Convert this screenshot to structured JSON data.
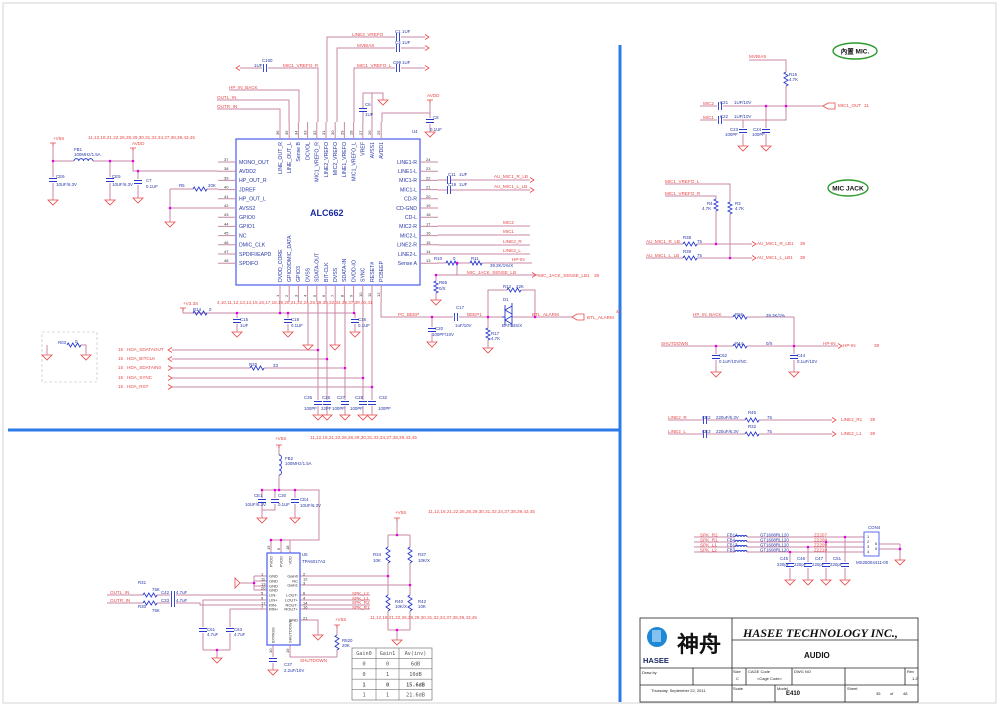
{
  "colors": {
    "wire": "#c88aa6",
    "net_label": "#e84848",
    "component": "#2838a8",
    "divider": "#2b7be8",
    "junction": "#e000e0",
    "highlight": "#22cc22"
  },
  "codec": {
    "ref": "U4",
    "name": "ALC662",
    "left_pins": [
      {
        "num": "37",
        "name": "MONO_OUT"
      },
      {
        "num": "38",
        "name": "AVDD2"
      },
      {
        "num": "39",
        "name": "HP_OUT_R"
      },
      {
        "num": "40",
        "name": "JDREF"
      },
      {
        "num": "41",
        "name": "HP_OUT_L"
      },
      {
        "num": "42",
        "name": "AVSS2"
      },
      {
        "num": "43",
        "name": "GPIO0"
      },
      {
        "num": "44",
        "name": "GPIO1"
      },
      {
        "num": "45",
        "name": "NC"
      },
      {
        "num": "46",
        "name": "DMIC_CLK"
      },
      {
        "num": "47",
        "name": "SPDIFI/EAPD"
      },
      {
        "num": "48",
        "name": "SPDIFO"
      }
    ],
    "right_pins": [
      {
        "num": "24",
        "name": "LINE1-R"
      },
      {
        "num": "23",
        "name": "LINE1-L"
      },
      {
        "num": "22",
        "name": "MIC1-R"
      },
      {
        "num": "21",
        "name": "MIC1-L"
      },
      {
        "num": "20",
        "name": "CD-R"
      },
      {
        "num": "19",
        "name": "CD-GND"
      },
      {
        "num": "18",
        "name": "CD-L"
      },
      {
        "num": "17",
        "name": "MIC2-R"
      },
      {
        "num": "16",
        "name": "MIC2-L"
      },
      {
        "num": "15",
        "name": "LINE2-R"
      },
      {
        "num": "14",
        "name": "LINE2-L"
      },
      {
        "num": "13",
        "name": "Sense A"
      }
    ],
    "top_pins": [
      {
        "num": "36",
        "name": "LINE_OUT_R"
      },
      {
        "num": "35",
        "name": "LINE_OUT_L"
      },
      {
        "num": "34",
        "name": "Sense B"
      },
      {
        "num": "33",
        "name": "DCVOL"
      },
      {
        "num": "32",
        "name": "MIC1_VREFO_R"
      },
      {
        "num": "31",
        "name": "LINE2_VREFO"
      },
      {
        "num": "30",
        "name": "MIC2_VREFO"
      },
      {
        "num": "29",
        "name": "LINE1_VREFO"
      },
      {
        "num": "28",
        "name": "MIC1_VREFO_L"
      },
      {
        "num": "27",
        "name": "VREF"
      },
      {
        "num": "26",
        "name": "AVSS1"
      },
      {
        "num": "25",
        "name": "AVDD1"
      }
    ],
    "bottom_pins": [
      {
        "num": "1",
        "name": "DVDD_CORE"
      },
      {
        "num": "2",
        "name": "GPIO2/DMIC_DATA"
      },
      {
        "num": "3",
        "name": "GPIO3"
      },
      {
        "num": "4",
        "name": "DVSS"
      },
      {
        "num": "5",
        "name": "SDATA-OUT"
      },
      {
        "num": "6",
        "name": "BIT-CLK"
      },
      {
        "num": "7",
        "name": "DVSS"
      },
      {
        "num": "8",
        "name": "SDATA-IN"
      },
      {
        "num": "9",
        "name": "DVDD-IO"
      },
      {
        "num": "10",
        "name": "SYNC"
      },
      {
        "num": "11",
        "name": "RESET#"
      },
      {
        "num": "12",
        "name": "PCBEEP"
      }
    ]
  },
  "amp": {
    "ref": "U5",
    "name": "TPA6017A2",
    "left_pins": [
      {
        "num": "1",
        "name": "GND"
      },
      {
        "num": "11",
        "name": "GND"
      },
      {
        "num": "13",
        "name": "GND"
      },
      {
        "num": "20",
        "name": "GND"
      },
      {
        "num": "5",
        "name": "LIN-"
      },
      {
        "num": "9",
        "name": "LIN+"
      },
      {
        "num": "17",
        "name": "RIN-"
      },
      {
        "num": "7",
        "name": "RIN+"
      }
    ],
    "right_pins": [
      {
        "num": "2",
        "name": "Gain0"
      },
      {
        "num": "12",
        "name": "NC"
      },
      {
        "num": "3",
        "name": "Gain1"
      },
      {
        "num": "6",
        "name": "LOUT-"
      },
      {
        "num": "4",
        "name": "LOUT+"
      },
      {
        "num": "14",
        "name": "ROUT-"
      },
      {
        "num": "16",
        "name": "ROUT+"
      },
      {
        "num": "21",
        "name": "GND"
      }
    ],
    "top_pins": [
      {
        "num": "15",
        "name": "PVDD"
      },
      {
        "num": "6",
        "name": "PVDD"
      },
      {
        "num": "18",
        "name": "VDD"
      }
    ],
    "bottom_pins": [
      {
        "num": "10",
        "name": "BYPASS"
      },
      {
        "num": "19",
        "name": "SHUTDOWN"
      }
    ]
  },
  "top": {
    "line2_vrefo": "LINE2_VREFO",
    "c1": "C1",
    "c1_val": "1UF",
    "mvbias": "MVBIAS",
    "c3": "C3",
    "c3_val": "1UF",
    "mic1_vrefo_l": "MIC1_VREFO_L",
    "c99": "C99",
    "c99_val": "1UF",
    "c100": "C100",
    "c100_val": "1UF",
    "mic1_vrefo_r": "MIC1_VREFO_R",
    "hp_in_back": "HP_IN_BACK",
    "outl_in": "OUTL_IN",
    "outr_in": "OUTR_IN",
    "c6": "C6",
    "c6_val": "1UF",
    "avdd": "AVDD",
    "c8": "C8",
    "c8_val": "0.1UF"
  },
  "left": {
    "v5s": "+V5S",
    "page_refs": "11,12,18,21,22,26,28,29,30,31,32,34,37,38,39,43,45",
    "avdd": "AVDD",
    "fb1": "FB1",
    "fb1_val": "100MHz/1.5A",
    "ce6": "CE6",
    "ce6_val": "10UF/6.3V",
    "ce5": "CE5",
    "ce5_val": "10UF/6.3V",
    "c7": "C7",
    "c7_val": "0.1UF",
    "r5": "R5",
    "r5_val": "20K",
    "v33s": "+V3.3S",
    "r14": "R14",
    "r14_val": "0",
    "page_refs2": "4,10,11,12,13,14,15,16,17,18,19,20,21,22,24,25,28,30,32,34,36,37,39,40,41",
    "c15": "C15",
    "c15_val": "1UF",
    "c18": "C18",
    "c18_val": "0.1UF",
    "c16": "C16",
    "c16_val": "0.1UF",
    "r03": "R03",
    "r03_val": "0",
    "r20": "R20",
    "r20_val": "33",
    "c35": "C35",
    "c35_val": "100PF",
    "c26": "C26",
    "c26_val": "22PF",
    "c27": "C27",
    "c27_val": "100PF",
    "c28": "C28",
    "c28_val": "100PF",
    "c32": "C32",
    "c32_val": "100PF"
  },
  "hda": [
    {
      "page": "15",
      "net": "HDA_SDATAOUT"
    },
    {
      "page": "15",
      "net": "HDA_BITCLK"
    },
    {
      "page": "15",
      "net": "HDA_SDATAIN0"
    },
    {
      "page": "15",
      "net": "HDA_SYNC"
    },
    {
      "page": "15",
      "net": "HDA_RST"
    }
  ],
  "mid": {
    "c11": "C11",
    "c11_val": "1UF",
    "au_mic1_r_lb": "AU_MIC1_R_LB",
    "c19": "C19",
    "c19_val": "1UF",
    "au_mic1_l_lb": "AU_MIC1_L_LB",
    "mic2": "MIC2",
    "mic1": "MIC1",
    "line2_r": "LINE2_R",
    "line2_l": "LINE2_L",
    "r10": "R10",
    "r10_val": "0",
    "r11": "R11",
    "r11_val": "39.2K/1%/X",
    "hp_in": "HP-IN",
    "mic_jack_sense_lb": "MIC_JACK_SENSE_LB",
    "mic_jack_sense_lb1": "MIC_JACK_SENSE_LB1",
    "mic_jack_page": "39",
    "r65": "R65",
    "r65_val": "0/X",
    "r12": "R12",
    "r12_val": "22K",
    "d1": "D1",
    "d1_val": "BAT54S/X",
    "pc_beep": "PC_BEEP",
    "c17": "C17",
    "c17_val": "1uF/10V",
    "beep1": "BEEP1",
    "btl_alarm": "BTL_ALARM",
    "btl_alarm_port": "BTL_ALARM",
    "btl_page": "41",
    "c20": "C20",
    "c20_val": "100PF/10V",
    "r17": "R17",
    "r17_val": "4.7K"
  },
  "int_mic": {
    "title": "內置 MIC.",
    "mvbias": "MVBIAS",
    "r15": "R15",
    "r15_val": "4.7K",
    "mic2": "MIC2",
    "c21": "C21",
    "c21_val": "1UF/10V",
    "mic1": "MIC1",
    "c22": "C22",
    "c22_val": "1UF/10V",
    "mic1_out": "MIC1_OUT",
    "mic1_out_page": "11",
    "c23": "C23",
    "c23_val": "100PF",
    "c24": "C24",
    "c24_val": "100PF"
  },
  "mic_jack": {
    "title": "MIC JACK",
    "vrefo_l": "MIC1_VREFO_L",
    "vrefo_r": "MIC1_VREFO_R",
    "r4": "R4",
    "r4_val": "4.7K",
    "r3": "R3",
    "r3_val": "4.7K",
    "r38": "R38",
    "r38_val": "75",
    "in_r": "AU_MIC1_R_LB",
    "out_r": "AU_MIC1_R_LB1",
    "page_r": "39",
    "r39": "R39",
    "r39_val": "75",
    "in_l": "AU_MIC1_L_LB",
    "out_l": "AU_MIC1_L_LB1",
    "page_l": "39"
  },
  "hp": {
    "hp_in_back": "HP_IN_BACK",
    "r36": "R36",
    "r36_val": "39.2K/1%",
    "shutdown": "SHUTDOWN",
    "r44": "R44",
    "r44_val": "0/X",
    "hp_in_net": "HP-IN",
    "hp_in_port": "HP-IN",
    "page": "39",
    "c62": "C62",
    "c62_val": "0.1uF/10V/NC",
    "c44": "C44",
    "c44_val": "0.1uF/10V"
  },
  "line2": {
    "in_r": "LINE2_R",
    "ce2": "CE2",
    "ce2_val": "220uF/6.3V",
    "r45": "R45",
    "r45_val": "75",
    "out_r": "LINE2_R1",
    "page_r": "39",
    "in_l": "LINE2_L",
    "ce3": "CE3",
    "ce3_val": "220uF/6.3V",
    "r32": "R32",
    "r32_val": "75",
    "out_l": "LINE2_L1",
    "page_l": "39"
  },
  "speaker": {
    "nets": [
      {
        "spk": "SPK_R2",
        "fb": "FB14",
        "bead": "GT1608RL120",
        "net": "Z2207"
      },
      {
        "spk": "SPK_R1",
        "fb": "FB4",
        "bead": "GT1608RL120",
        "net": "Z2208"
      },
      {
        "spk": "SPK_L1",
        "fb": "FB13",
        "bead": "GT1608RL120",
        "net": "Z2209"
      },
      {
        "spk": "SPK_L2",
        "fb": "FB3",
        "bead": "GT1608RL120",
        "net": "Z2210"
      }
    ],
    "caps": [
      {
        "ref": "C45",
        "val": "220pF"
      },
      {
        "ref": "C46",
        "val": "220pF"
      },
      {
        "ref": "C47",
        "val": "220pF"
      },
      {
        "ref": "C51",
        "val": "220pF"
      }
    ],
    "con": "CON4",
    "con_part": "MS25004411-00",
    "con_pins": [
      "1",
      "2",
      "3",
      "4",
      "6",
      "5"
    ]
  },
  "amp_area": {
    "v5s": "+V5S",
    "page_refs": "11,12,18,21,22,26,28,29,30,31,32,34,37,38,39,43,45",
    "fb2": "FB2",
    "fb2_val": "100MHz/1.5A",
    "ce1": "CE1",
    "ce1_val": "10UF/6.3V",
    "c30": "C30",
    "c30_val": "0.1UF",
    "ce4": "CE4",
    "ce4_val": "10UF/6.3V",
    "r31": "R31",
    "r31_val": "75K",
    "outl_in": "OUTL_IN",
    "c42": "C42",
    "c42_val": "4.7uF",
    "outr_in": "OUTR_IN",
    "c33": "C33",
    "c33_val": "4.7uF",
    "r30": "R30",
    "r30_val": "75K",
    "c61": "C61",
    "c61_val": "4.7uF",
    "c63": "C63",
    "c63_val": "4.7uF",
    "spk_l2": "SPK_L2",
    "spk_l1": "SPK_L1",
    "spk_r2": "SPK_R2",
    "spk_r1": "SPK_R1",
    "v5s_2": "+V5S",
    "page_refs_2": "11,12,18,21,22,26,28,29,30,31,32,34,37,38,39,43,45",
    "r34": "R34",
    "r34_val": "10K",
    "r37": "R37",
    "r37_val": "10K/X",
    "r40": "R40",
    "r40_val": "10K/X",
    "r42": "R42",
    "r42_val": "10K",
    "page_refs_3": "11,12,18,21,22,26,28,29,30,31,32,34,37,38,39,43,45",
    "v5s_3": "+V5S",
    "r520": "R520",
    "r520_val": "20K",
    "shutdown": "SHUTDOWN",
    "c37": "C37",
    "c37_val": "2.2uF/10V"
  },
  "gain_table": {
    "headers": [
      "Gain0",
      "Gain1",
      "Av(inv)"
    ],
    "rows": [
      [
        "0",
        "0",
        "6dB"
      ],
      [
        "0",
        "1",
        "10dB"
      ],
      [
        "1",
        "0",
        "15.6dB"
      ],
      [
        "1",
        "1",
        "21.6dB"
      ]
    ],
    "highlighted_row": 2
  },
  "title_block": {
    "logo_text": "HASEE",
    "brand_cn": "神舟",
    "company": "HASEE TECHNOLOGY INC.,",
    "title": "AUDIO",
    "draw_by_label": "Draw by",
    "date": "Thursday, September 22, 2011",
    "size_label": "Size",
    "size": "C",
    "cage_label": "CAGE Code",
    "cage": "<Cage Code>",
    "dwg_label": "DWG NO",
    "rev_label": "Rev",
    "rev": "1.2",
    "scale_label": "Scale",
    "model_label": "Model",
    "model": "E410",
    "sheet_label": "Sheet",
    "sheet": "35",
    "of": "of",
    "total": "48"
  }
}
